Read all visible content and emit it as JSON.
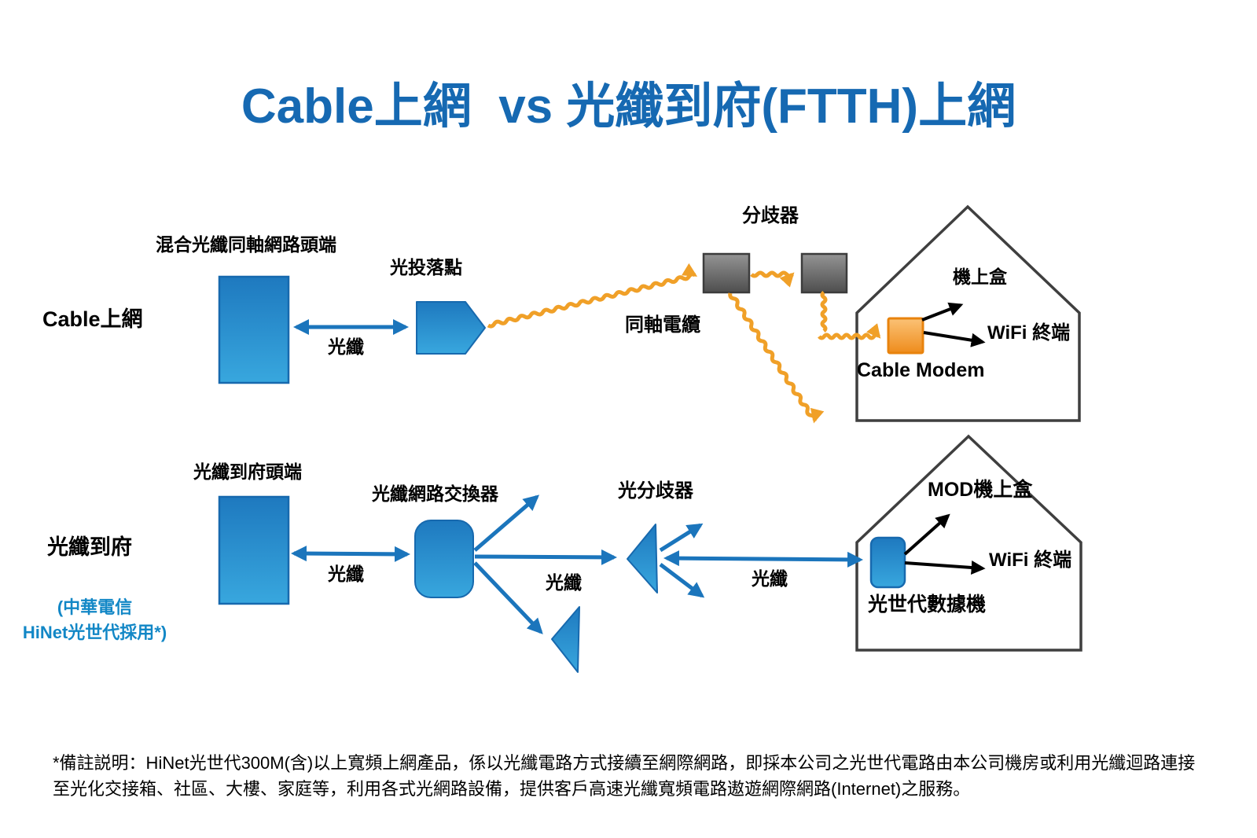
{
  "title": "Cable上網  vs 光纖到府(FTTH)上網",
  "colors": {
    "title_blue": "#1669B2",
    "shape_blue_top": "#1E79BF",
    "shape_blue_bottom": "#38A7DE",
    "shape_blue_border": "#1769AE",
    "arrow_blue": "#1B75BC",
    "cable_orange": "#F0A028",
    "device_orange_top": "#FBC276",
    "device_orange_bottom": "#EE8C1C",
    "device_orange_border": "#E8830D",
    "splitter_gray_top": "#949494",
    "splitter_gray_bottom": "#4E4E4E",
    "splitter_gray_border": "#3C3C3C",
    "house_outline": "#3F3F3F",
    "note_blue": "#1287C6",
    "text_black": "#000000"
  },
  "cable_row": {
    "row_label": "Cable上網",
    "headend_label": "混合光纖同軸網路頭端",
    "fiber_label": "光纖",
    "drop_point_label": "光投落點",
    "coax_label": "同軸電纜",
    "splitter_label": "分歧器",
    "house": {
      "settop_label": "機上盒",
      "wifi_label": "WiFi 終端",
      "modem_label": "Cable Modem"
    }
  },
  "ftth_row": {
    "row_label": "光纖到府",
    "note_line1": "(中華電信",
    "note_line2": "HiNet光世代採用*)",
    "headend_label": "光纖到府頭端",
    "fiber_label_1": "光纖",
    "switch_label": "光纖網路交換器",
    "splitter_label": "光分歧器",
    "fiber_label_2": "光纖",
    "fiber_label_3": "光纖",
    "house": {
      "settop_label": "MOD機上盒",
      "wifi_label": "WiFi 終端",
      "modem_label": "光世代數據機"
    }
  },
  "footnote": {
    "line1": "*備註説明：HiNet光世代300M(含)以上寬頻上網產品，係以光纖電路方式接續至網際網路，即採本公司之光世代電路由本公司機房或利用光纖迴路連接",
    "line2": "至光化交接箱、社區、大樓、家庭等，利用各式光網路設備，提供客戶高速光纖寬頻電路遨遊網際網路(Internet)之服務。"
  }
}
